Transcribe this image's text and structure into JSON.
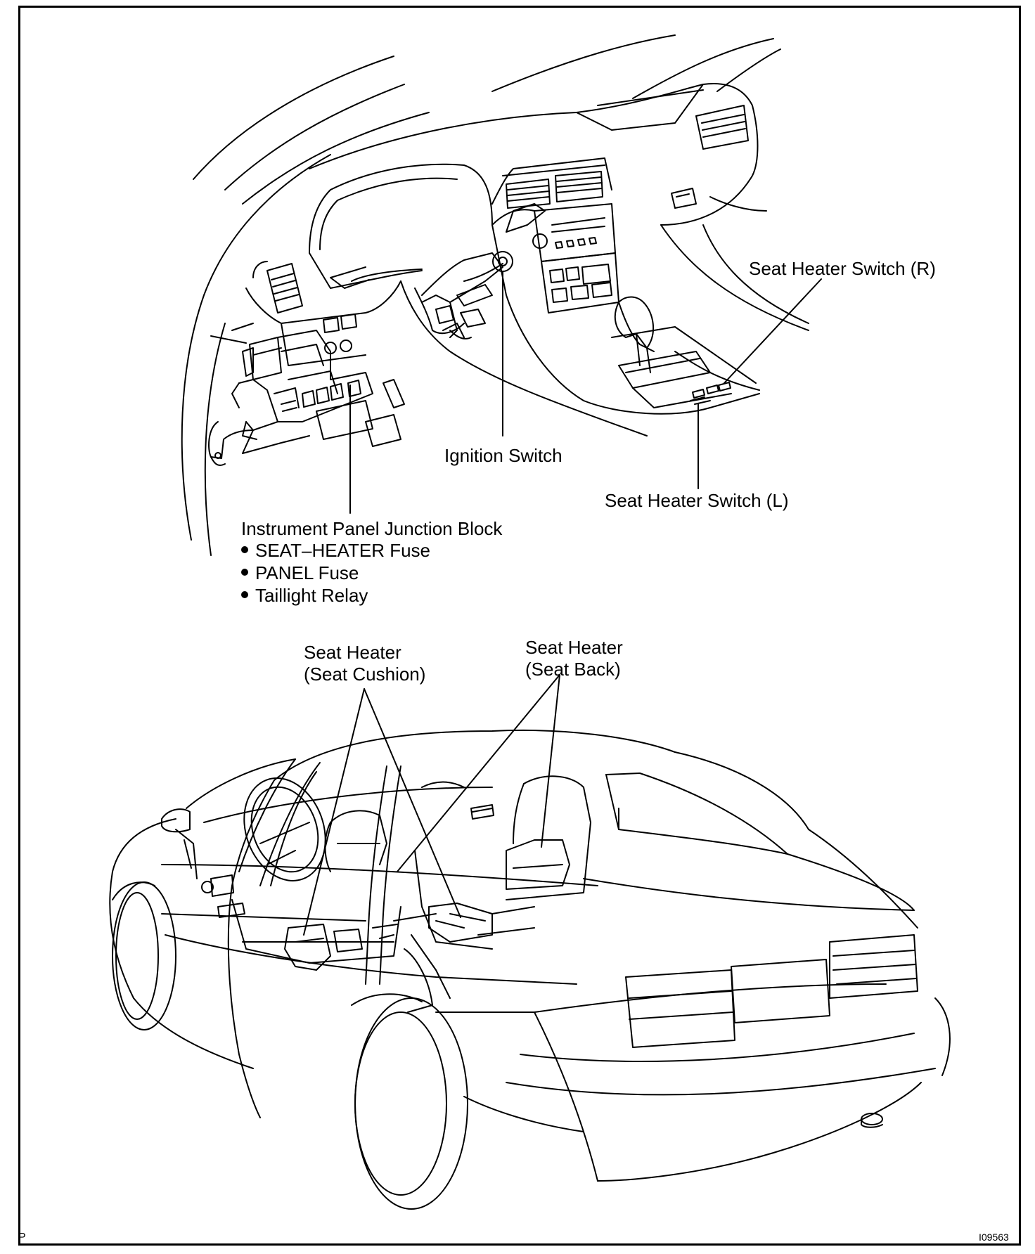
{
  "labels": {
    "seat_heater_switch_r": "Seat Heater Switch (R)",
    "ignition_switch": "Ignition Switch",
    "seat_heater_switch_l": "Seat Heater Switch (L)",
    "junction_block_title": "Instrument Panel Junction Block",
    "junction_block_items": [
      "SEAT–HEATER Fuse",
      "PANEL Fuse",
      "Taillight Relay"
    ],
    "seat_cushion_line1": "Seat Heater",
    "seat_cushion_line2": "(Seat Cushion)",
    "seat_back_line1": "Seat Heater",
    "seat_back_line2": "(Seat Back)"
  },
  "corner": {
    "left": "P",
    "right": "I09563"
  }
}
